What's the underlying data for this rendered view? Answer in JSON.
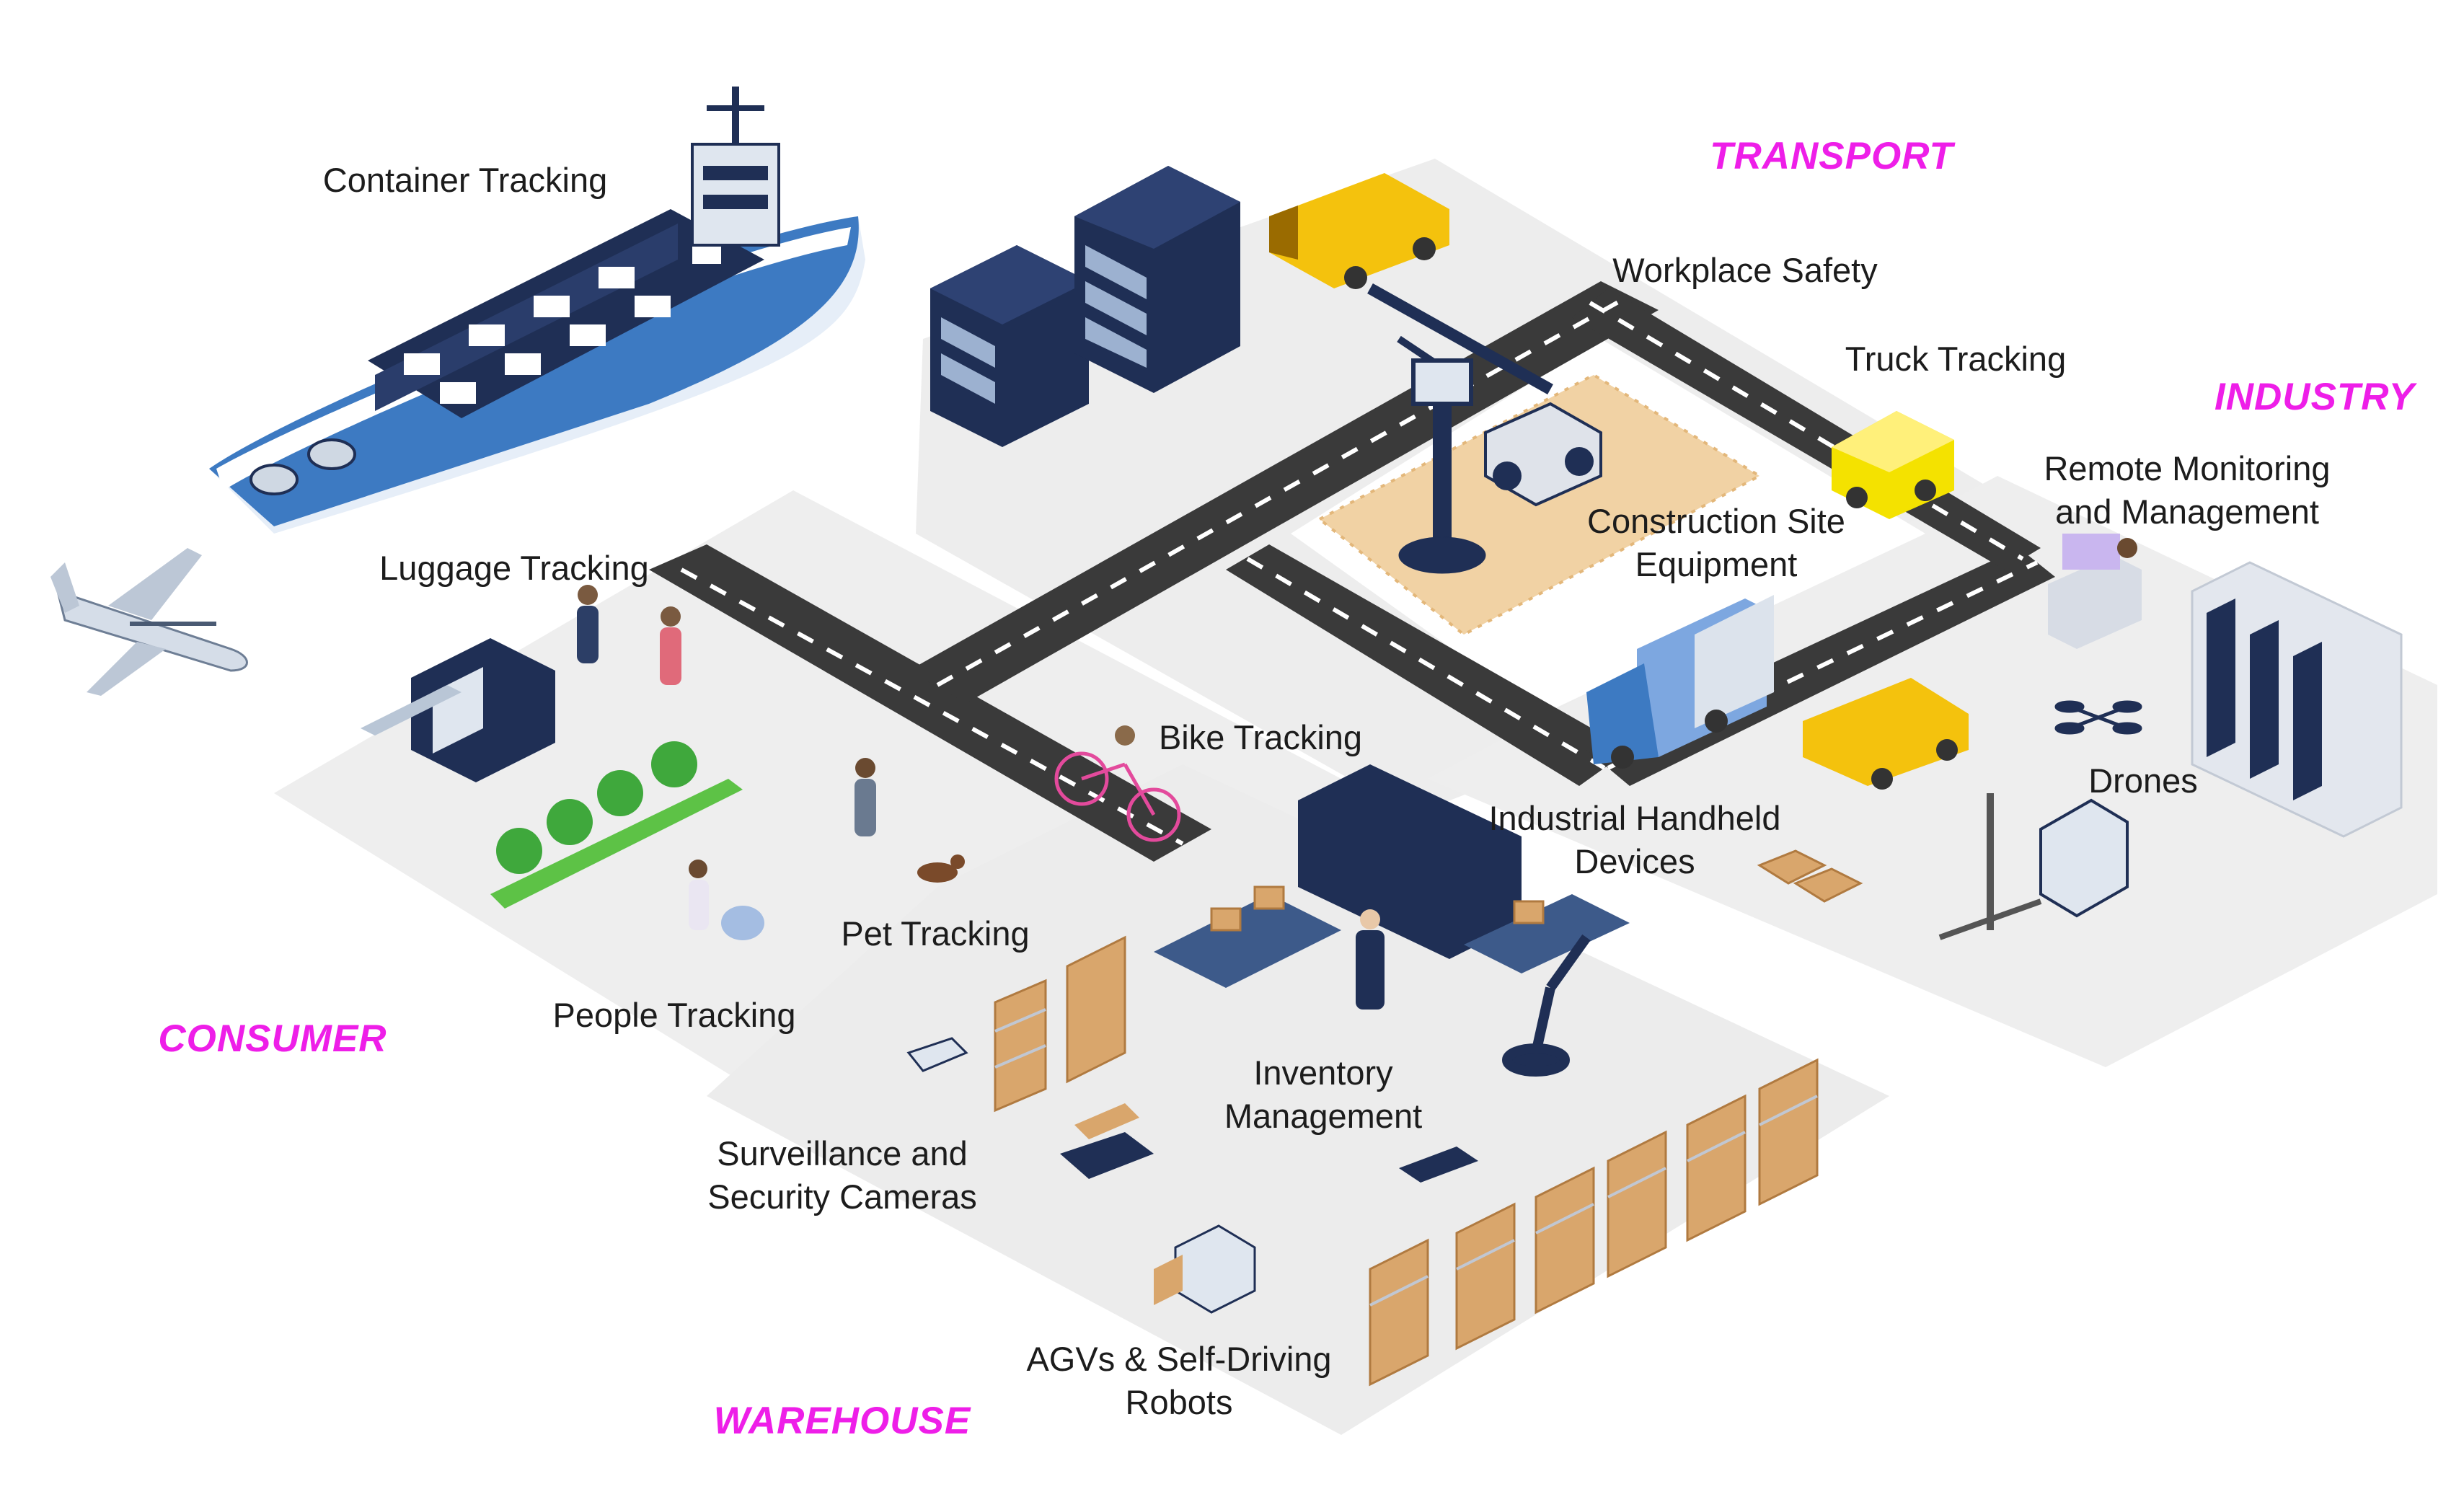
{
  "categories": {
    "transport": "TRANSPORT",
    "industry": "INDUSTRY",
    "consumer": "CONSUMER",
    "warehouse": "WAREHOUSE"
  },
  "labels": {
    "container_tracking": "Container Tracking",
    "workplace_safety": "Workplace Safety",
    "truck_tracking": "Truck Tracking",
    "remote_monitoring_1": "Remote Monitoring",
    "remote_monitoring_2": "and Management",
    "luggage_tracking": "Luggage Tracking",
    "construction_1": "Construction Site",
    "construction_2": "Equipment",
    "bike_tracking": "Bike Tracking",
    "drones": "Drones",
    "handheld_1": "Industrial Handheld",
    "handheld_2": "Devices",
    "pet_tracking": "Pet Tracking",
    "people_tracking": "People Tracking",
    "inventory_1": "Inventory",
    "inventory_2": "Management",
    "surveillance_1": "Surveillance and",
    "surveillance_2": "Security Cameras",
    "agv_1": "AGVs & Self-Driving",
    "agv_2": "Robots"
  },
  "colors": {
    "category_accent": "#ee1ee8",
    "platform": "#eeeeee",
    "road": "#3a3a3a",
    "navy": "#1f2f55",
    "ship_blue": "#3d7ac2",
    "van_yellow": "#f4c20d",
    "box_brown": "#d9a66c",
    "tree_green": "#3fa83c"
  }
}
